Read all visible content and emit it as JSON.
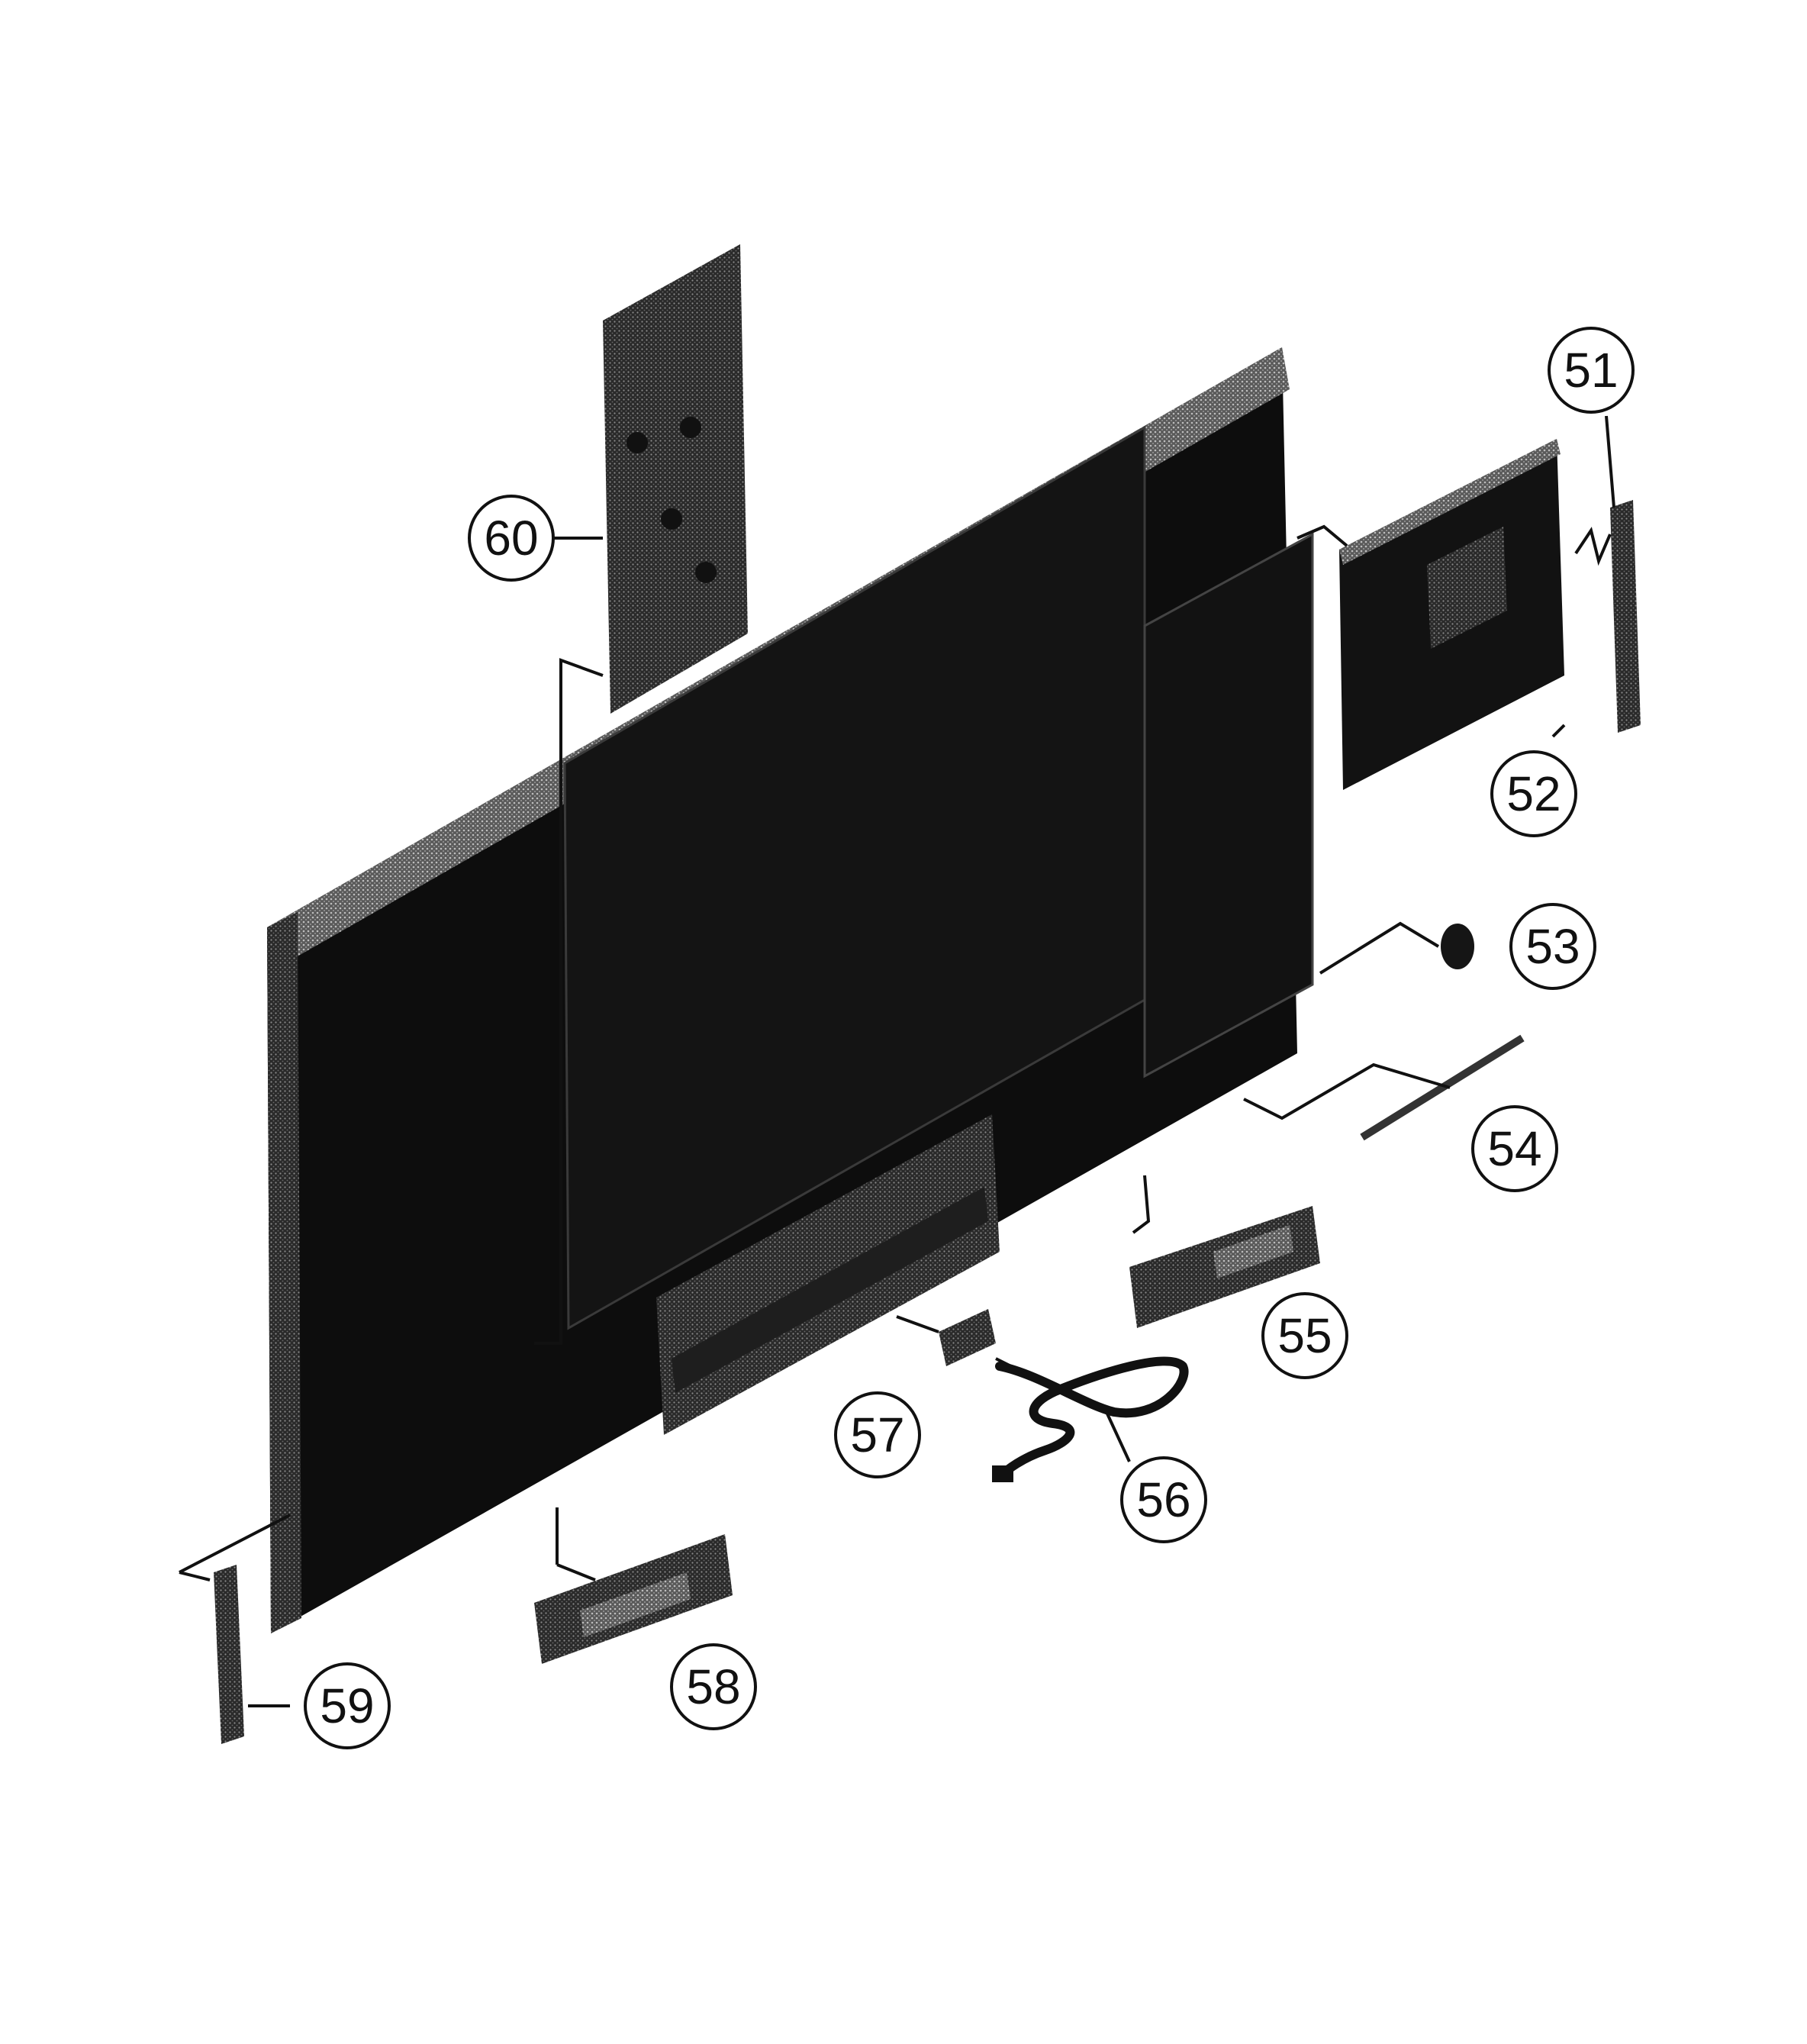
{
  "diagram": {
    "callouts": [
      {
        "id": "51",
        "label": "51",
        "part": "bracket"
      },
      {
        "id": "52",
        "label": "52",
        "part": "board"
      },
      {
        "id": "53",
        "label": "53",
        "part": "sensor"
      },
      {
        "id": "54",
        "label": "54",
        "part": "rod"
      },
      {
        "id": "55",
        "label": "55",
        "part": "speaker-right"
      },
      {
        "id": "56",
        "label": "56",
        "part": "power-cord"
      },
      {
        "id": "57",
        "label": "57",
        "part": "connector"
      },
      {
        "id": "58",
        "label": "58",
        "part": "speaker-left"
      },
      {
        "id": "59",
        "label": "59",
        "part": "side-strip"
      },
      {
        "id": "60",
        "label": "60",
        "part": "top-board"
      }
    ]
  },
  "colors": {
    "ink": "#111111",
    "part_fill": "#1a1a1a",
    "background": "#ffffff"
  }
}
